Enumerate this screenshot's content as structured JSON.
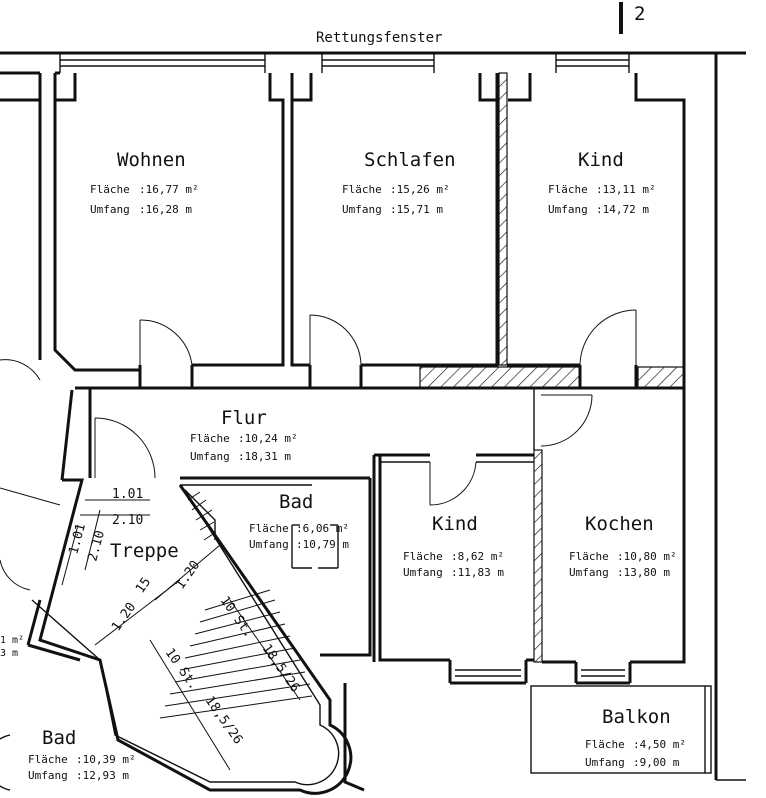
{
  "header": {
    "rescue_window": "Rettungsfenster",
    "section_mark": "2"
  },
  "labels": {
    "area": "Fläche",
    "perimeter": "Umfang"
  },
  "rooms": [
    {
      "name": "Wohnen",
      "area": ":16,77 m²",
      "perimeter": ":16,28 m"
    },
    {
      "name": "Schlafen",
      "area": ":15,26 m²",
      "perimeter": ":15,71 m"
    },
    {
      "name": "Kind",
      "area": ":13,11 m²",
      "perimeter": ":14,72 m"
    },
    {
      "name": "Flur",
      "area": ":10,24 m²",
      "perimeter": ":18,31 m"
    },
    {
      "name": "Bad",
      "area": ":6,06 m²",
      "perimeter": ":10,79 m"
    },
    {
      "name": "Kind",
      "area": ":8,62 m²",
      "perimeter": ":11,83 m"
    },
    {
      "name": "Kochen",
      "area": ":10,80 m²",
      "perimeter": ":13,80 m"
    },
    {
      "name": "Balkon",
      "area": ":4,50 m²",
      "perimeter": ":9,00 m"
    },
    {
      "name": "Bad",
      "area": ":10,39 m²",
      "perimeter": ":12,93 m"
    }
  ],
  "stair": {
    "name": "Treppe",
    "dims": [
      "1.01",
      "2.10",
      "1.01",
      "2.10",
      "1.20",
      "1.20",
      "15"
    ],
    "flights": [
      "10 St.",
      "18,5/26",
      "10 St.",
      "18,5/26"
    ]
  },
  "partial": {
    "area_tail": "1 m²",
    "perimeter_tail": "3 m"
  }
}
